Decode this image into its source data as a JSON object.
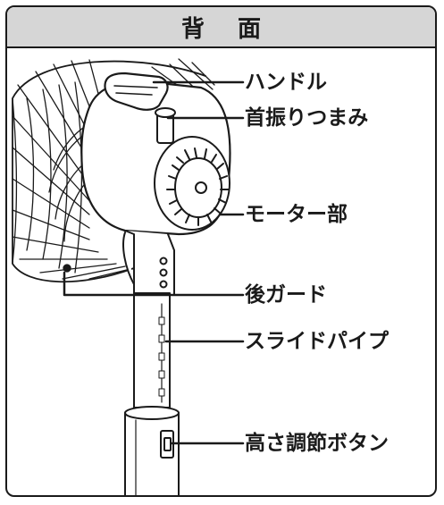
{
  "title": "背 面",
  "labels": {
    "handle": "ハンドル",
    "swing_knob": "首振りつまみ",
    "motor": "モーター部",
    "rear_guard": "後ガード",
    "slide_pipe": "スライドパイプ",
    "height_button": "高さ調節ボタン"
  }
}
